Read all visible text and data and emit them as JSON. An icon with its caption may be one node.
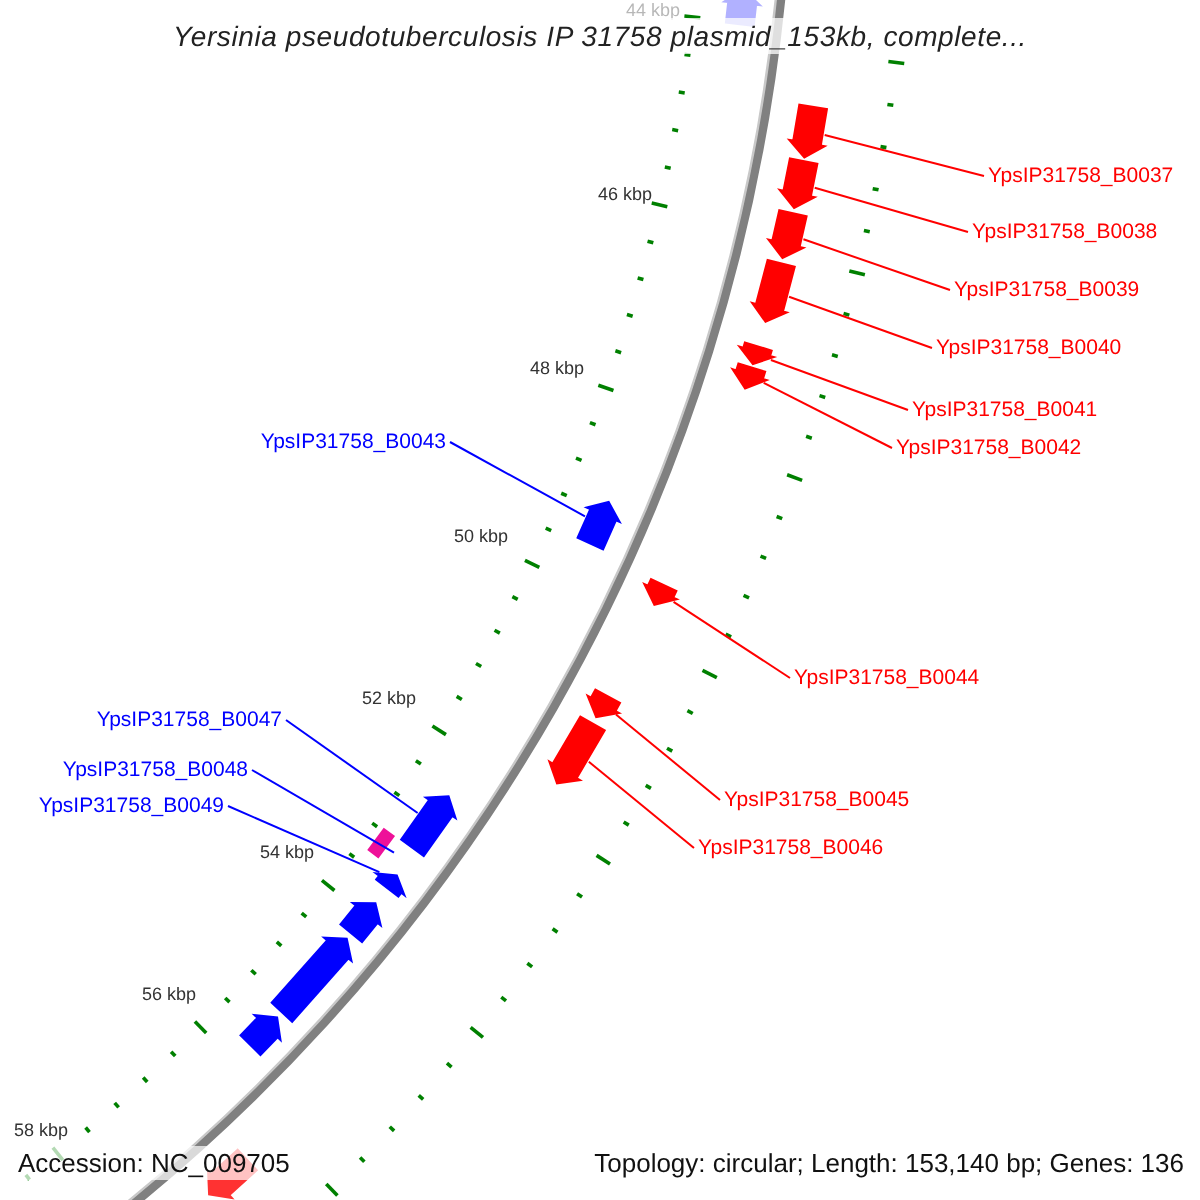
{
  "diagram": {
    "title": "Yersinia pseudotuberculosis IP 31758 plasmid_153kb, complete...",
    "nodes": [
      {
        "text": [
          "YpsIP31758_B0037"
        ]
      },
      {
        "text": [
          "YpsIP31758_B0038"
        ]
      },
      {
        "text": [
          "YpsIP31758_B0039"
        ]
      },
      {
        "text": [
          "YpsIP31758_B0040"
        ]
      },
      {
        "text": [
          "YpsIP31758_B0041"
        ]
      },
      {
        "text": [
          "YpsIP31758_B0042"
        ]
      },
      {
        "text": [
          "YpsIP31758_B0043"
        ]
      },
      {
        "text": [
          "YpsIP31758_B0044"
        ]
      },
      {
        "text": [
          "YpsIP31758_B0045"
        ]
      },
      {
        "text": [
          "YpsIP31758_B0046"
        ]
      },
      {
        "text": [
          "YpsIP31758_B0047"
        ]
      },
      {
        "text": [
          "YpsIP31758_B0048"
        ]
      },
      {
        "text": [
          "YpsIP31758_B0049"
        ]
      },
      {
        "text": [],
        "shape": "arrow"
      },
      {
        "text": [],
        "shape": "arrow"
      },
      {
        "text": [],
        "shape": "arrow"
      },
      {
        "text": [],
        "shape": "arrow"
      },
      {
        "text": [],
        "shape": "arrow"
      },
      {
        "text": [],
        "shape": "arrow"
      },
      {
        "text": [],
        "shape": "arrow"
      },
      {
        "text": [],
        "shape": "arrow"
      },
      {
        "text": [],
        "shape": "arrow"
      },
      {
        "text": [],
        "shape": "arrow"
      },
      {
        "text": [],
        "shape": "arrow"
      },
      {
        "text": [],
        "shape": "arrow"
      },
      {
        "text": [],
        "shape": "bar"
      },
      {
        "text": [],
        "shape": "arrow"
      },
      {
        "text": [],
        "shape": "arrow"
      },
      {
        "text": [],
        "shape": "arrow"
      },
      {
        "text": [],
        "shape": "arrow"
      },
      {
        "text": [],
        "shape": "arrow"
      }
    ],
    "edges": [
      {
        "from": 0,
        "to": 14,
        "arrow": "none"
      },
      {
        "from": 1,
        "to": 15,
        "arrow": "none"
      },
      {
        "from": 2,
        "to": 16,
        "arrow": "none"
      },
      {
        "from": 3,
        "to": 17,
        "arrow": "none"
      },
      {
        "from": 4,
        "to": 18,
        "arrow": "none"
      },
      {
        "from": 5,
        "to": 19,
        "arrow": "none"
      },
      {
        "from": 6,
        "to": 20,
        "arrow": "none",
        "color": "#0000ff"
      },
      {
        "from": 7,
        "to": 21,
        "arrow": "none"
      },
      {
        "from": 8,
        "to": 22,
        "arrow": "none"
      },
      {
        "from": 9,
        "to": 23,
        "arrow": "none"
      },
      {
        "from": 10,
        "to": 24,
        "arrow": "none",
        "color": "#0000ff"
      },
      {
        "from": 11,
        "to": 25,
        "arrow": "none",
        "color": "#0000ff"
      },
      {
        "from": 12,
        "to": 26,
        "arrow": "none",
        "color": "#0000ff"
      }
    ],
    "labels": [
      "44 kbp",
      "46 kbp",
      "48 kbp",
      "50 kbp",
      "52 kbp",
      "54 kbp",
      "56 kbp",
      "58 kbp",
      "Accession: NC_009705",
      "Topology: circular; Length: 153,140 bp; Genes: 136"
    ]
  }
}
